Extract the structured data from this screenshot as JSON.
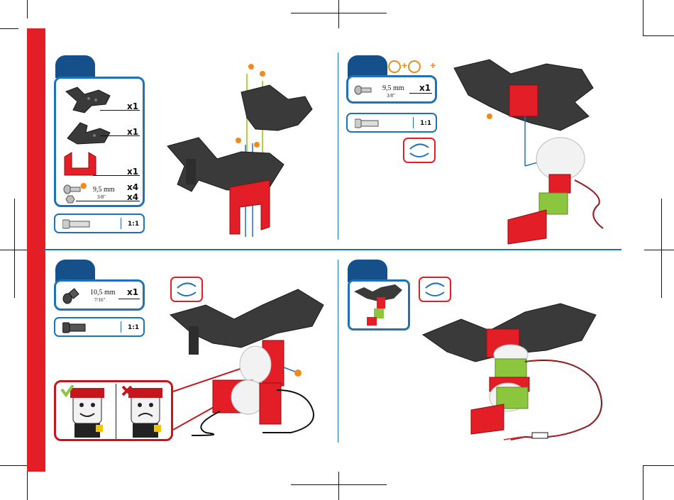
{
  "colors": {
    "brand_red": "#e31e26",
    "frame_blue": "#1e73b8",
    "tab_blue": "#16508a",
    "screw_orange": "#f08a1c",
    "plate_black": "#3a3a3a",
    "servo_green": "#8cc63f"
  },
  "steps": [
    {
      "parts": [
        {
          "icon": "top-plate-icon",
          "quantity": "x1"
        },
        {
          "icon": "bottom-plate-icon",
          "quantity": "x1"
        },
        {
          "icon": "red-bracket-icon",
          "quantity": "x1"
        },
        {
          "icon": "screw-icon",
          "length_mm": "9,5 mm",
          "length_in": "3/8\"",
          "quantity": "x4"
        },
        {
          "icon": "nut-icon",
          "quantity": "x4"
        }
      ],
      "scale": "1:1"
    },
    {
      "header_symbols": "+ +",
      "parts": [
        {
          "icon": "screw-icon",
          "length_mm": "9,5 mm",
          "length_in": "3/8\"",
          "quantity": "x1"
        }
      ],
      "scale": "1:1",
      "note": "rotate-icon"
    },
    {
      "parts": [
        {
          "icon": "shoulder-screw-icon",
          "length_mm": "10,5 mm",
          "length_in": "7/16\"",
          "quantity": "x1"
        }
      ],
      "scale": "1:1",
      "note": "rotate-icon",
      "callout": [
        "correct-orientation-face-icon",
        "wrong-orientation-face-icon"
      ]
    },
    {
      "note": "rotate-icon",
      "thumbnail": "previous-assembly-icon"
    }
  ]
}
